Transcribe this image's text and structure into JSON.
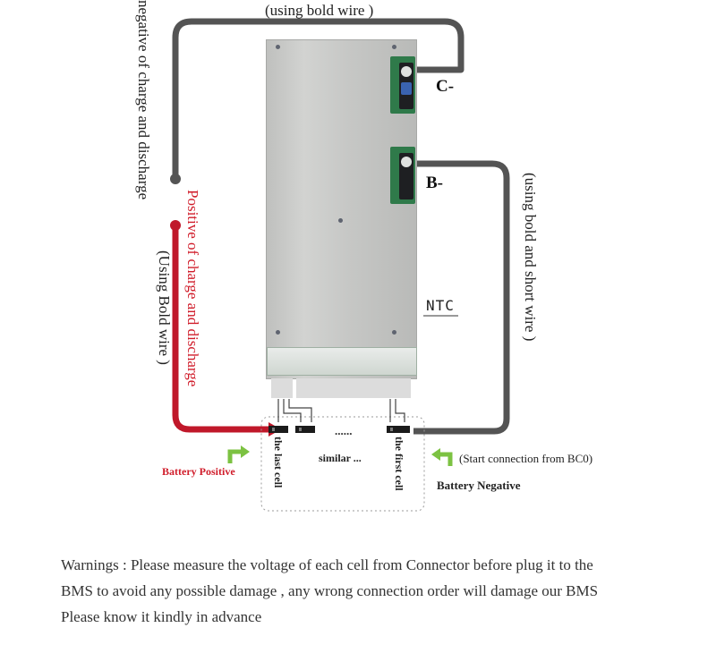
{
  "labels": {
    "top_wire": "(using bold wire )",
    "c_minus": "C-",
    "b_minus": "B-",
    "ntc": "NTC",
    "neg_charge": "negative of charge and discharge",
    "pos_charge": "Positive of charge and discharge",
    "using_bold_wire": "(Using Bold wire )",
    "bold_short_wire": "(using bold and short wire )",
    "battery_positive": "Battery Positive",
    "battery_negative": "Battery Negative",
    "start_connection": "(Start connection from BC0)",
    "last_cell": "the last cell",
    "first_cell": "the first cell",
    "similar": "similar ...",
    "dots": "......"
  },
  "warning": {
    "line1": "Warnings : Please measure the voltage of each cell from Connector before plug it to the",
    "line2": "BMS to avoid any possible damage , any wrong connection order will damage our BMS",
    "line3": "Please know it kindly in advance"
  },
  "colors": {
    "wire_gray": "#545454",
    "wire_red": "#c0182a",
    "arrow_green": "#7cc242",
    "label_red": "#d01c2a"
  }
}
